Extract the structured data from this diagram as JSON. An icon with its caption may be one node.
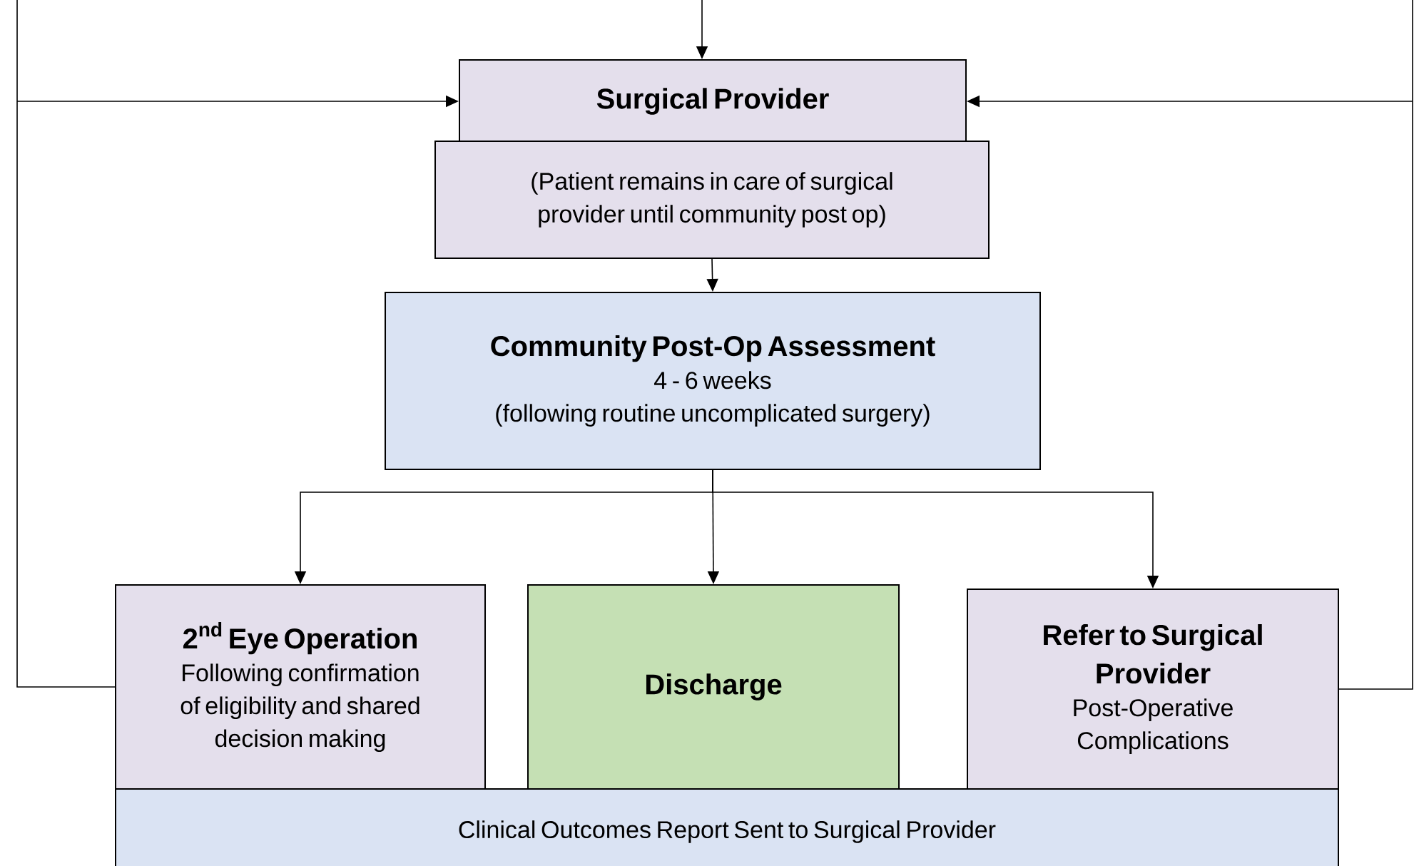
{
  "diagram": {
    "nodes": [
      {
        "text": [
          "Surgical Provider"
        ]
      },
      {
        "text": [
          "(Patient remains in care of surgical provider until community post op)"
        ]
      },
      {
        "text": [
          "Community Post-Op Assessment",
          "4 - 6 weeks",
          "(following routine uncomplicated surgery)"
        ]
      },
      {
        "text": [
          "\\text{2}^{\\text{nd}}\\text{ Eye Operation}",
          "Following confirmation of eligibility and shared decision making"
        ]
      },
      {
        "text": [
          "Discharge"
        ]
      },
      {
        "text": [
          "Refer to Surgical Provider",
          "Post-Operative Complications"
        ]
      },
      {
        "text": [
          "Clinical Outcomes Report Sent to Surgical Provider"
        ]
      }
    ],
    "edges": [
      {
        "from": null,
        "to": 0,
        "arrow": "to"
      },
      {
        "from": 1,
        "to": 2,
        "arrow": "to"
      },
      {
        "from": 2,
        "to": 3,
        "arrow": "to"
      },
      {
        "from": 2,
        "to": 4,
        "arrow": "to"
      },
      {
        "from": 2,
        "to": 5,
        "arrow": "to"
      },
      {
        "from": 3,
        "to": 0,
        "arrow": "to"
      },
      {
        "from": 5,
        "to": 0,
        "arrow": "to"
      }
    ]
  }
}
